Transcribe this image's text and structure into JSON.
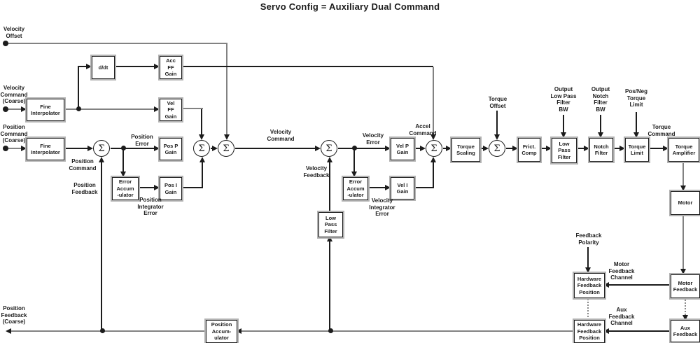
{
  "title": "Servo Config = Auxiliary Dual Command",
  "sum_symbol": "Σ",
  "colors": {
    "line_black": "#1c1c1c",
    "line_grey": "#828282",
    "box_outline_grey": "#b2b2b2",
    "background": "#ffffff"
  },
  "boxes": {
    "fine_interpolator_velocity": "Fine\nInterpolator",
    "fine_interpolator_position": "Fine\nInterpolator",
    "ddt": "d/dt",
    "acc_ff_gain": "Acc\nFF\nGain",
    "vel_ff_gain": "Vel\nFF\nGain",
    "pos_p_gain": "Pos P\nGain",
    "error_accumulator_position": "Error\nAccum\n-ulator",
    "pos_i_gain": "Pos I\nGain",
    "low_pass_filter_feedback": "Low\nPass\nFilter",
    "error_accumulator_velocity": "Error\nAccum\n-ulator",
    "vel_p_gain": "Vel P\nGain",
    "vel_i_gain": "Vel I\nGain",
    "torque_scaling": "Torque\nScaling",
    "frict_comp": "Frict.\nComp",
    "low_pass_filter_output": "Low\nPass\nFilter",
    "notch_filter": "Notch\nFilter",
    "torque_limit": "Torque\nLimit",
    "torque_amplifier": "Torque\nAmplifier",
    "motor": "Motor",
    "motor_feedback": "Motor\nFeedback",
    "aux_feedback": "Aux\nFeedback",
    "hardware_feedback_position_motor": "Hardware\nFeedback\nPosition",
    "hardware_feedback_position_aux": "Hardware\nFeedback\nPosition",
    "position_accumulator": "Position\nAccum-\nulator"
  },
  "labels": {
    "velocity_offset": "Velocity\nOffset",
    "velocity_command_coarse": "Velocity\nCommand\n(Coarse)",
    "position_command_coarse": "Position\nCommand\n(Coarse)",
    "position_command": "Position\nCommand",
    "position_feedback": "Position\nFeedback",
    "position_error": "Position\nError",
    "position_integrator_error": "Position\nIntegrator\nError",
    "velocity_command": "Velocity\nCommand",
    "velocity_feedback": "Velocity\nFeedback",
    "velocity_error": "Velocity\nError",
    "velocity_integrator_error": "Velocity\nIntegrator\nError",
    "accel_command": "Accel\nCommand",
    "torque_offset": "Torque\nOffset",
    "output_low_pass_filter_bw": "Output\nLow Pass\nFilter\nBW",
    "output_notch_filter_bw": "Output\nNotch\nFilter\nBW",
    "pos_neg_torque_limit": "Pos/Neg\nTorque\nLimit",
    "torque_command": "Torque\nCommand",
    "feedback_polarity": "Feedback\nPolarity",
    "motor_feedback_channel": "Motor\nFeedback\nChannel",
    "aux_feedback_channel": "Aux\nFeedback\nChannel",
    "position_feedback_coarse": "Position\nFeedback\n(Coarse)"
  }
}
